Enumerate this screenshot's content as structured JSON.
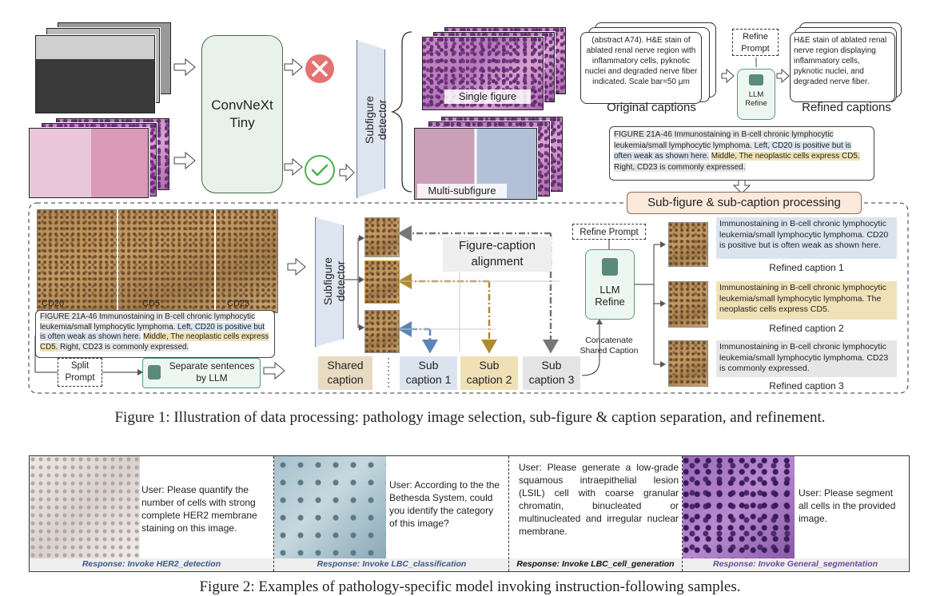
{
  "figure1": {
    "convnext": "ConvNeXt\nTiny",
    "subfigure_detector": "Subfigure detector",
    "single_figure": "Single figure",
    "multi_subfigure": "Multi-subfigure",
    "original_caption_text": "(abstract A74). H&E stain of ablated renal nerve region with inflammatory cells, pyknotic nuclei and degraded nerve fiber indicated. Scale bar=50 μm",
    "original_captions_label": "Original captions",
    "refine_prompt_top": "Refine\nPrompt",
    "llm_refine_top": "LLM\nRefine",
    "refined_caption_text": "H&E stain of ablated renal nerve region displaying inflammatory cells, pyknotic nuclei, and degraded nerve fiber.",
    "refined_captions_label": "Refined captions",
    "fig_caption_parts": {
      "p1": "FIGURE 21A-46 Immunostaining in B-cell chronic lymphocytic leukemia/small lymphocytic lymphoma. ",
      "p2": "Left, CD20 is positive but is often weak as shown here.",
      "p3": " ",
      "p4": "Middle, The neoplastic cells express CD5.",
      "p5": " Right, CD23 is commonly expressed."
    },
    "processing_title": "Sub-figure & sub-caption processing",
    "panel_labels": [
      "CD20",
      "CD5",
      "CD23"
    ],
    "figure_caption_alignment": "Figure-caption\nalignment",
    "refine_prompt_bottom": "Refine Prompt",
    "llm_refine_bottom": "LLM\nRefine",
    "concatenate": "Concatenate\nShared Caption",
    "split_prompt": "Split\nPrompt",
    "separate_sentences": "Separate sentences\nby LLM",
    "shared_caption": "Shared\ncaption",
    "sub_captions": [
      "Sub\ncaption 1",
      "Sub\ncaption 2",
      "Sub\ncaption 3"
    ],
    "refined_outputs": [
      {
        "text": "Immunostaining in B-cell chronic lymphocytic leukemia/small lymphocytic lymphoma. CD20 is positive but is often weak as shown here.",
        "label": "Refined caption 1"
      },
      {
        "text": "Immunostaining in B-cell chronic lymphocytic leukemia/small lymphocytic lymphoma. The neoplastic cells express CD5.",
        "label": "Refined caption 2"
      },
      {
        "text": "Immunostaining in B-cell chronic lymphocytic leukemia/small lymphocytic lymphoma. CD23 is commonly expressed.",
        "label": "Refined caption 3"
      }
    ],
    "caption": "Figure 1: Illustration of data processing: pathology image selection, sub-figure & caption separation, and refinement."
  },
  "figure2": {
    "panels": [
      {
        "user": "User: Please quantify the number of cells with strong complete HER2 membrane staining on this image.",
        "response": "Response:  Invoke HER2_detection",
        "color": "#3a5a8a"
      },
      {
        "user": "User: According to the the Bethesda System, could you identify the category of this image?",
        "response": "Response: Invoke LBC_classification",
        "color": "#3a5a8a"
      },
      {
        "user": "User: Please generate a low-grade squamous intraepithelial lesion (LSIL) cell with coarse granular chromatin, binucleated or multinucleated and irregular nuclear membrane.",
        "response": "Response: Invoke LBC_cell_generation",
        "color": "#111111"
      },
      {
        "user": "User:  Please segment all cells in the provided image.",
        "response": "Response: Invoke General_segmentation",
        "color": "#6a4aa0"
      }
    ],
    "caption": "Figure 2: Examples of pathology-specific model invoking instruction-following samples."
  }
}
